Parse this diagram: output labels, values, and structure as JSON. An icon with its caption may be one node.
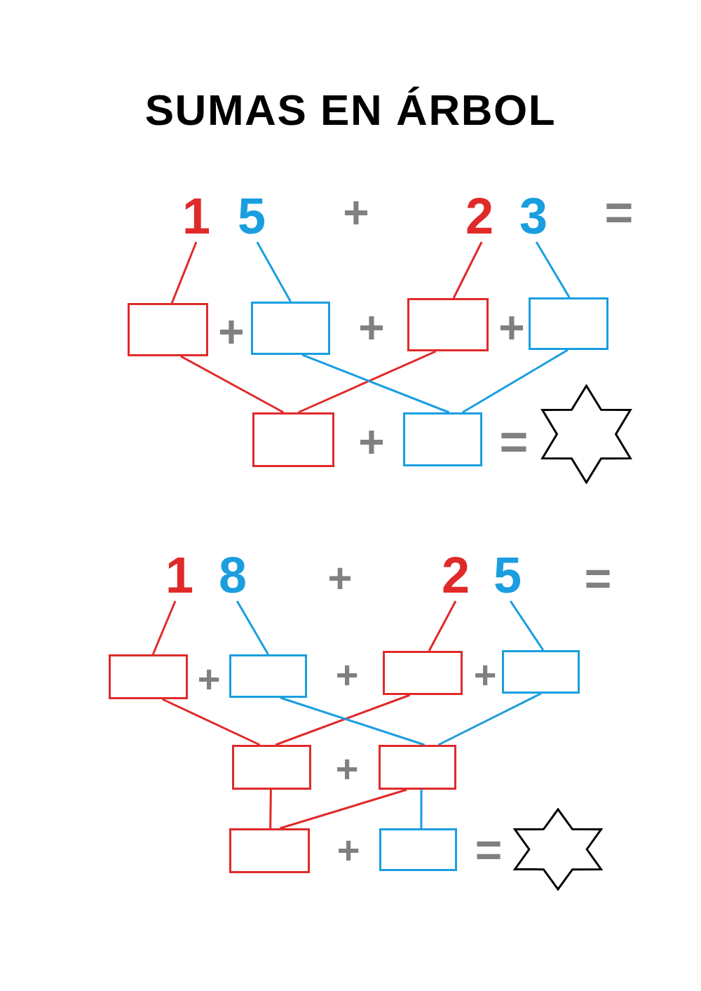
{
  "diagram": {
    "title": "SUMAS EN ÁRBOL",
    "nodes": [
      {
        "text": [
          "1"
        ]
      },
      {
        "text": [
          "5"
        ]
      },
      {
        "text": [
          "2"
        ]
      },
      {
        "text": [
          "3"
        ]
      },
      {
        "text": [],
        "shape": "box"
      },
      {
        "text": [],
        "shape": "box"
      },
      {
        "text": [],
        "shape": "box"
      },
      {
        "text": [],
        "shape": "box"
      },
      {
        "text": [],
        "shape": "box"
      },
      {
        "text": [],
        "shape": "box"
      },
      {
        "text": [],
        "shape": "star"
      },
      {
        "text": [
          "1"
        ]
      },
      {
        "text": [
          "8"
        ]
      },
      {
        "text": [
          "2"
        ]
      },
      {
        "text": [
          "5"
        ]
      },
      {
        "text": [],
        "shape": "box"
      },
      {
        "text": [],
        "shape": "box"
      },
      {
        "text": [],
        "shape": "box"
      },
      {
        "text": [],
        "shape": "box"
      },
      {
        "text": [],
        "shape": "box"
      },
      {
        "text": [],
        "shape": "box"
      },
      {
        "text": [],
        "shape": "box"
      },
      {
        "text": [],
        "shape": "box"
      },
      {
        "text": [],
        "shape": "star"
      }
    ],
    "edges": [
      {
        "from": 0,
        "to": 4,
        "arrow": "none",
        "color": "#e02a2a"
      },
      {
        "from": 1,
        "to": 5,
        "arrow": "none",
        "color": "#1a9ee0"
      },
      {
        "from": 2,
        "to": 6,
        "arrow": "none",
        "color": "#e02a2a"
      },
      {
        "from": 3,
        "to": 7,
        "arrow": "none",
        "color": "#1a9ee0"
      },
      {
        "from": 4,
        "to": 8,
        "arrow": "none",
        "color": "#e02a2a"
      },
      {
        "from": 6,
        "to": 8,
        "arrow": "none",
        "color": "#e02a2a"
      },
      {
        "from": 5,
        "to": 9,
        "arrow": "none",
        "color": "#1a9ee0"
      },
      {
        "from": 7,
        "to": 9,
        "arrow": "none",
        "color": "#1a9ee0"
      },
      {
        "from": 11,
        "to": 15,
        "arrow": "none",
        "color": "#e02a2a"
      },
      {
        "from": 12,
        "to": 16,
        "arrow": "none",
        "color": "#1a9ee0"
      },
      {
        "from": 13,
        "to": 17,
        "arrow": "none",
        "color": "#e02a2a"
      },
      {
        "from": 14,
        "to": 18,
        "arrow": "none",
        "color": "#1a9ee0"
      },
      {
        "from": 15,
        "to": 19,
        "arrow": "none",
        "color": "#e02a2a"
      },
      {
        "from": 17,
        "to": 19,
        "arrow": "none",
        "color": "#e02a2a"
      },
      {
        "from": 16,
        "to": 20,
        "arrow": "none",
        "color": "#1a9ee0"
      },
      {
        "from": 18,
        "to": 20,
        "arrow": "none",
        "color": "#1a9ee0"
      },
      {
        "from": 19,
        "to": 21,
        "arrow": "none",
        "color": "#e02a2a"
      },
      {
        "from": 20,
        "to": 21,
        "arrow": "none",
        "color": "#e02a2a"
      },
      {
        "from": 20,
        "to": 22,
        "arrow": "none",
        "color": "#1a9ee0"
      }
    ],
    "labels": [
      "+",
      "=",
      "+",
      "+",
      "+",
      "+",
      "=",
      "+",
      "=",
      "+",
      "+",
      "+",
      "+",
      "+",
      "="
    ]
  }
}
